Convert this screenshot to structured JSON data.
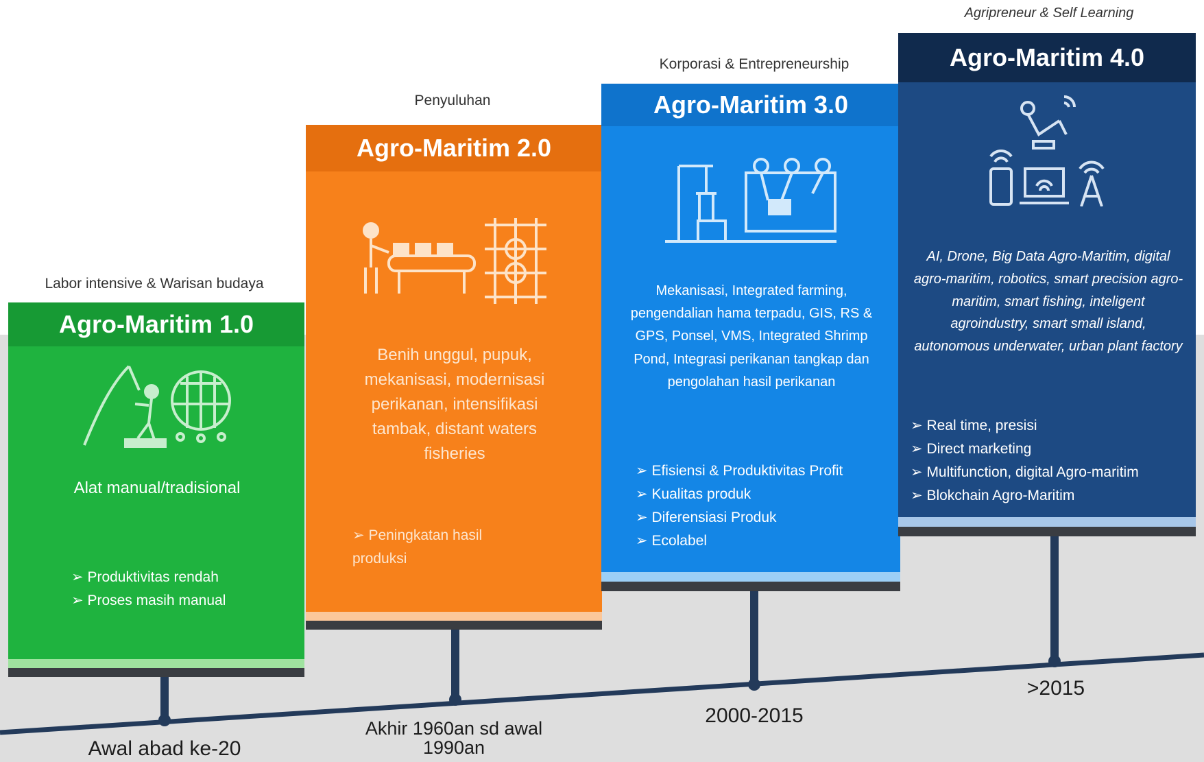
{
  "eras": [
    {
      "caption": "Labor intensive & Warisan budaya",
      "title": "Agro-Maritim 1.0",
      "desc": "Alat manual/tradisional",
      "bullets": [
        "Produktivitas rendah",
        "Proses masih manual"
      ],
      "date": "Awal abad ke-20",
      "icon": "fisherman-net-icon",
      "color": "#1fb33f"
    },
    {
      "caption": "Penyuluhan",
      "title": "Agro-Maritim 2.0",
      "desc": "Benih unggul, pupuk, mekanisasi, modernisasi perikanan, intensifikasi tambak, distant waters fisheries",
      "bullets": [
        "Peningkatan hasil produksi"
      ],
      "date": "Akhir 1960an sd awal 1990an",
      "icon": "conveyor-network-icon",
      "color": "#f7811b"
    },
    {
      "caption": "Korporasi & Entrepreneurship",
      "title": "Agro-Maritim 3.0",
      "desc": "Mekanisasi, Integrated farming, pengendalian hama terpadu, GIS, RS & GPS, Ponsel, VMS, Integrated Shrimp Pond, Integrasi perikanan tangkap dan pengolahan hasil perikanan",
      "bullets": [
        "Efisiensi & Produktivitas Profit",
        "Kualitas produk",
        "Diferensiasi Produk",
        "Ecolabel"
      ],
      "date": "2000-2015",
      "icon": "factory-robot-arm-icon",
      "color": "#1486e6"
    },
    {
      "caption": "Agripreneur & Self Learning",
      "title": "Agro-Maritim 4.0",
      "desc": "AI, Drone, Big Data Agro-Maritim, digital agro-maritim, robotics, smart precision agro-maritim, smart fishing, inteligent agroindustry, smart small island, autonomous underwater, urban plant factory",
      "bullets": [
        "Real time, presisi",
        "Direct marketing",
        "Multifunction, digital Agro-maritim",
        "Blokchain Agro-Maritim"
      ],
      "date": ">2015",
      "icon": "robot-devices-icon",
      "color": "#1d4a83"
    }
  ]
}
